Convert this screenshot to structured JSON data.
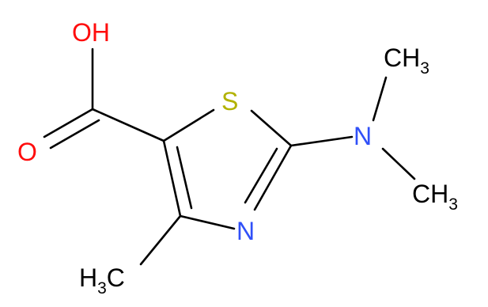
{
  "molecule": {
    "atoms": {
      "hydroxyl": {
        "label": "OH",
        "color": "#ff0d0d"
      },
      "carbonyl_oxygen": {
        "label": "O",
        "color": "#ff0d0d"
      },
      "sulfur": {
        "label": "S",
        "color": "#b2b200"
      },
      "ring_nitrogen": {
        "label": "N",
        "color": "#3050f8"
      },
      "amine_nitrogen": {
        "label": "N",
        "color": "#3050f8"
      },
      "methyl_top": {
        "main": "CH",
        "sub": "3",
        "color": "#000000"
      },
      "methyl_bottom": {
        "main": "CH",
        "sub": "3",
        "color": "#000000"
      },
      "ring_methyl": {
        "main": "H",
        "sub": "3",
        "tail": "C",
        "color": "#000000"
      }
    },
    "bond_color": "#000000"
  }
}
